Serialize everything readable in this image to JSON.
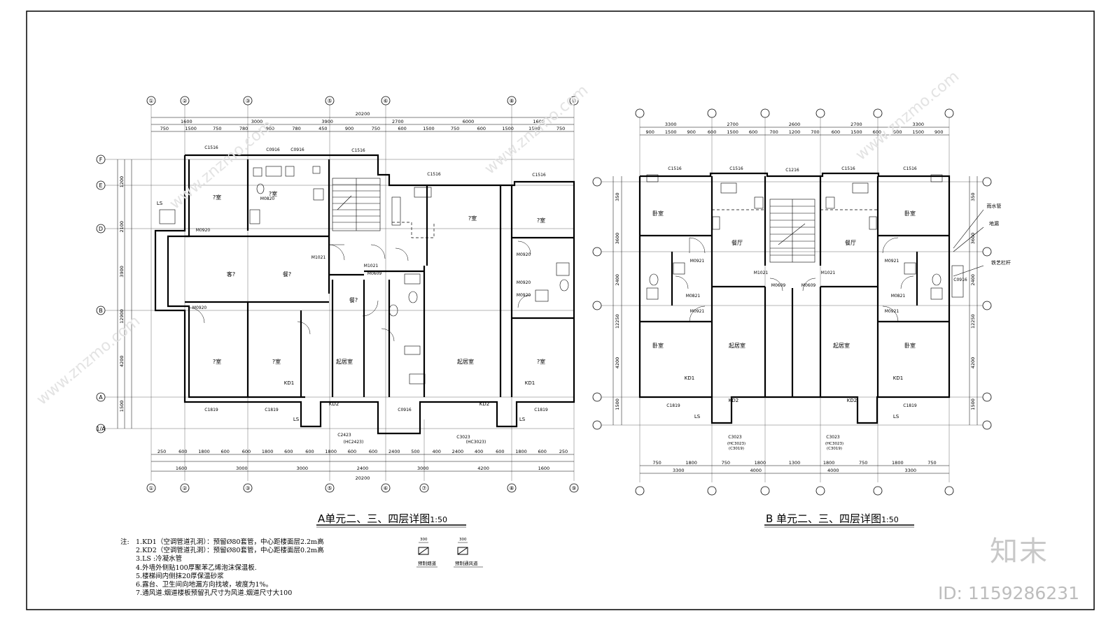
{
  "plan_a": {
    "title": "A单元二、三、四层详图",
    "scale": "1:50",
    "total_dim": "20200",
    "axis_cols": [
      "①",
      "②",
      "③",
      "⑤",
      "⑥",
      "⑦",
      "⑧",
      "⑨"
    ],
    "axis_rows": [
      "F",
      "E",
      "D",
      "B",
      "A",
      "1/A"
    ],
    "top_dims_row1": [
      "1600",
      "3000",
      "3900",
      "2700",
      "6000",
      "1600"
    ],
    "top_dims_row2": [
      "750",
      "1500",
      "750",
      "780",
      "900",
      "780",
      "450",
      "900",
      "750",
      "600",
      "1500",
      "750",
      "600",
      "1500",
      "1500",
      "750"
    ],
    "bottom_dims_row1": [
      "250",
      "600",
      "1800",
      "600",
      "600",
      "1800",
      "600",
      "600",
      "1800",
      "600",
      "600",
      "2400",
      "500",
      "400",
      "2400",
      "400",
      "600",
      "1800",
      "600",
      "250"
    ],
    "bottom_dims_row2": [
      "1600",
      "3000",
      "3000",
      "2400",
      "3000",
      "4200",
      "1600"
    ],
    "left_dims": [
      "1200",
      "2100",
      "3900",
      "12900",
      "4200",
      "1500"
    ],
    "rooms": [
      "?室",
      "?室",
      "客?",
      "餐?",
      "餐?",
      "?室",
      "?室",
      "?室",
      "起居室",
      "起居室",
      "?室",
      "?室"
    ],
    "windows": [
      "C1516",
      "C0916",
      "C0916",
      "C1516",
      "C1516",
      "C1516",
      "C1819",
      "C1819",
      "C0916",
      "C1819",
      "C3023",
      "C2423"
    ],
    "window_notes": [
      "(HC2423)",
      "(HC3023)"
    ],
    "doors": [
      "M0920",
      "M0920",
      "M0820",
      "M1021",
      "M1021",
      "M0609",
      "M0920",
      "M0920",
      "M0920"
    ],
    "tags": [
      "LS",
      "LS",
      "LS",
      "KD1",
      "KD1",
      "KD2",
      "KD2"
    ]
  },
  "plan_b": {
    "title": "B 单元二、三、四层详图",
    "scale": "1:50",
    "top_dims_row1": [
      "3300",
      "2700",
      "2600",
      "2700",
      "3300"
    ],
    "top_dims_row2": [
      "900",
      "1500",
      "900",
      "600",
      "1500",
      "600",
      "700",
      "1200",
      "700",
      "600",
      "1500",
      "600",
      "900",
      "1500",
      "900"
    ],
    "bottom_dims_row1": [
      "750",
      "1800",
      "750",
      "1800",
      "1300",
      "1800",
      "750",
      "1800",
      "750"
    ],
    "bottom_dims_row2": [
      "3300",
      "4000",
      "4000",
      "3300"
    ],
    "left_dims": [
      "350",
      "3600",
      "2400",
      "12250",
      "4200",
      "1500"
    ],
    "rooms": [
      "卧室",
      "餐厅",
      "餐厅",
      "卧室",
      "卧室",
      "起居室",
      "起居室",
      "卧室"
    ],
    "windows": [
      "C1516",
      "C1516",
      "C1216",
      "C1516",
      "C1516",
      "C1819",
      "C1819",
      "C3023",
      "C3023",
      "C0916"
    ],
    "window_notes": [
      "(HC3023)",
      "(C3019)",
      "(HC3023)",
      "(C3019)"
    ],
    "doors": [
      "M0921",
      "M0921",
      "M0921",
      "M0921",
      "M1021",
      "M1021",
      "M0609",
      "M0609",
      "M0821",
      "M0821"
    ],
    "tags": [
      "LS",
      "LS",
      "KD1",
      "KD1",
      "KD2",
      "KD2"
    ],
    "callouts": [
      "雨水管",
      "地漏",
      "铁艺栏杆"
    ]
  },
  "notes": {
    "lead": "注:",
    "items": [
      "1.KD1（空调管道孔洞）：预留Ø80套管，中心距楼面层2.2m高",
      "2.KD2（空调管道孔洞）：预留Ø80套管，中心距楼面层0.2m高",
      "3.LS :冷凝水管",
      "4.外墙外侧贴100厚聚苯乙烯泡沫保温板.",
      "5.楼梯间内侧抹20厚保温砂浆",
      "6.露台、卫生间向地漏方向找坡，坡度为1%。",
      "7.通风道.烟道楼板预留孔尺寸为风道.烟道尺寸大100"
    ]
  },
  "legend": [
    {
      "dim": "300",
      "label": "预制烟道"
    },
    {
      "dim": "300",
      "label": "预制通风道"
    }
  ],
  "watermark": {
    "logo": "知末",
    "id_text": "ID: 1159286231",
    "url": "www.znzmo.com"
  },
  "colors": {
    "line": "#000000",
    "watermark": "#c8c8c8"
  }
}
